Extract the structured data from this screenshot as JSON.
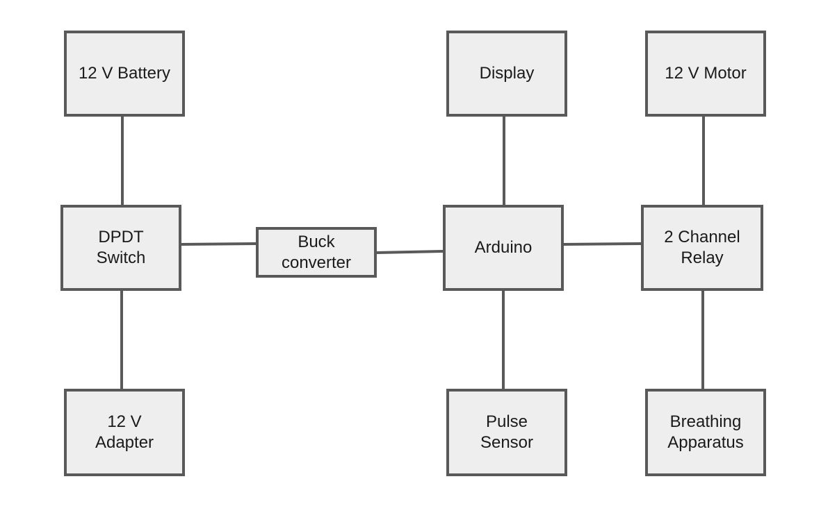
{
  "blocks": {
    "battery": {
      "fill": "#eeeeee",
      "lines": [
        "12 V Battery"
      ]
    },
    "display": {
      "fill": "#eeeeee",
      "lines": [
        "Display"
      ]
    },
    "motor": {
      "fill": "#eeeeee",
      "lines": [
        "12 V Motor"
      ]
    },
    "dpdt": {
      "fill": "#eeeeee",
      "lines": [
        "DPDT",
        "Switch"
      ]
    },
    "buck": {
      "fill": "#eeeeee",
      "lines": [
        "Buck",
        "converter"
      ]
    },
    "arduino": {
      "fill": "#eeeeee",
      "lines": [
        "Arduino"
      ]
    },
    "relay": {
      "fill": "#eeeeee",
      "lines": [
        "2 Channel",
        "Relay"
      ]
    },
    "adapter": {
      "fill": "#eeeeee",
      "lines": [
        "12 V",
        "Adapter"
      ]
    },
    "pulse": {
      "fill": "#eeeeee",
      "lines": [
        "Pulse",
        "Sensor"
      ]
    },
    "breathing": {
      "fill": "#eeeeee",
      "lines": [
        "Breathing",
        "Apparatus"
      ]
    }
  },
  "connections": [
    {
      "from": "battery",
      "to": "dpdt"
    },
    {
      "from": "dpdt",
      "to": "adapter"
    },
    {
      "from": "dpdt",
      "to": "buck"
    },
    {
      "from": "buck",
      "to": "arduino"
    },
    {
      "from": "display",
      "to": "arduino"
    },
    {
      "from": "arduino",
      "to": "pulse"
    },
    {
      "from": "arduino",
      "to": "relay"
    },
    {
      "from": "motor",
      "to": "relay"
    },
    {
      "from": "relay",
      "to": "breathing"
    }
  ],
  "colors": {
    "border": "#595959",
    "wire": "#595959",
    "text": "#1a1a1a",
    "background": "#ffffff"
  }
}
